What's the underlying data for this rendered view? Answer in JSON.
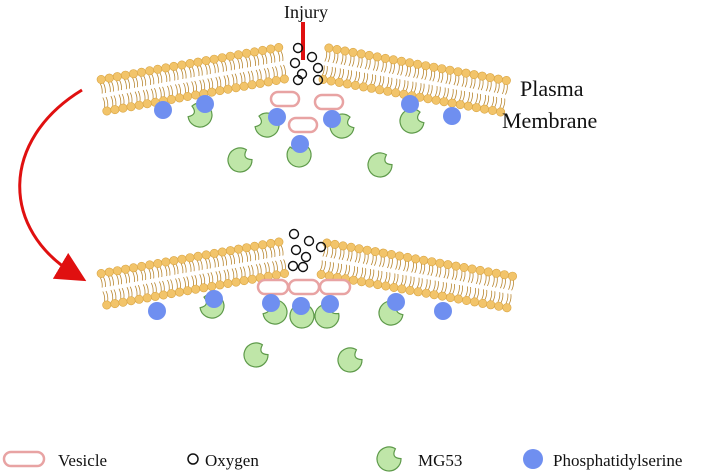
{
  "labels": {
    "injury": "Injury",
    "plasma": "Plasma",
    "membrane": "Membrane"
  },
  "legend": [
    {
      "icon": "vesicle-icon",
      "label": "Vesicle"
    },
    {
      "icon": "oxygen-icon",
      "label": "Oxygen"
    },
    {
      "icon": "mg53-icon",
      "label": "MG53"
    },
    {
      "icon": "phosphatidylserine-icon",
      "label": "Phosphatidylserine"
    }
  ],
  "colors": {
    "lipid_head": "#f2c46a",
    "lipid_head_stroke": "#d9a441",
    "lipid_tail": "#b8862f",
    "vesicle_stroke": "#e8a3a3",
    "mg53_fill": "#bfe6a8",
    "mg53_stroke": "#5e9a4a",
    "phosphatidylserine": "#6f8ff0",
    "injury_line": "#e01010",
    "arrow": "#e01010",
    "oxygen_stroke": "#111111"
  }
}
